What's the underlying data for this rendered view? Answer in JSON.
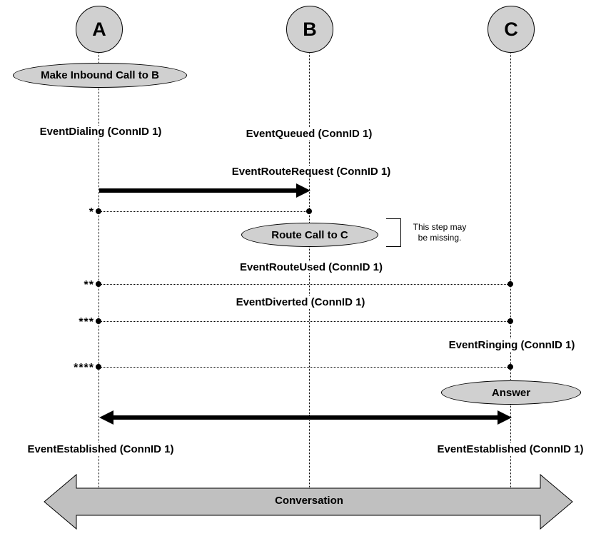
{
  "diagram": {
    "lifelines": [
      {
        "id": "A",
        "label": "A"
      },
      {
        "id": "B",
        "label": "B"
      },
      {
        "id": "C",
        "label": "C"
      }
    ],
    "actions": {
      "make_inbound_call": "Make Inbound Call to B",
      "route_call": "Route Call to C",
      "answer": "Answer"
    },
    "events": {
      "dialing": "EventDialing (ConnID 1)",
      "queued": "EventQueued (ConnID 1)",
      "route_request": "EventRouteRequest (ConnID 1)",
      "route_used": "EventRouteUsed (ConnID 1)",
      "diverted": "EventDiverted (ConnID 1)",
      "ringing": "EventRinging (ConnID 1)",
      "established_a": "EventEstablished (ConnID 1)",
      "established_c": "EventEstablished (ConnID 1)"
    },
    "markers": {
      "m1": "*",
      "m2": "**",
      "m3": "***",
      "m4": "****"
    },
    "note": {
      "line1": "This step may",
      "line2": "be missing."
    },
    "conversation_label": "Conversation",
    "colors": {
      "shape_fill": "#d0d0d0",
      "big_arrow_fill": "#c0c0c0",
      "line_color": "#000000"
    }
  }
}
